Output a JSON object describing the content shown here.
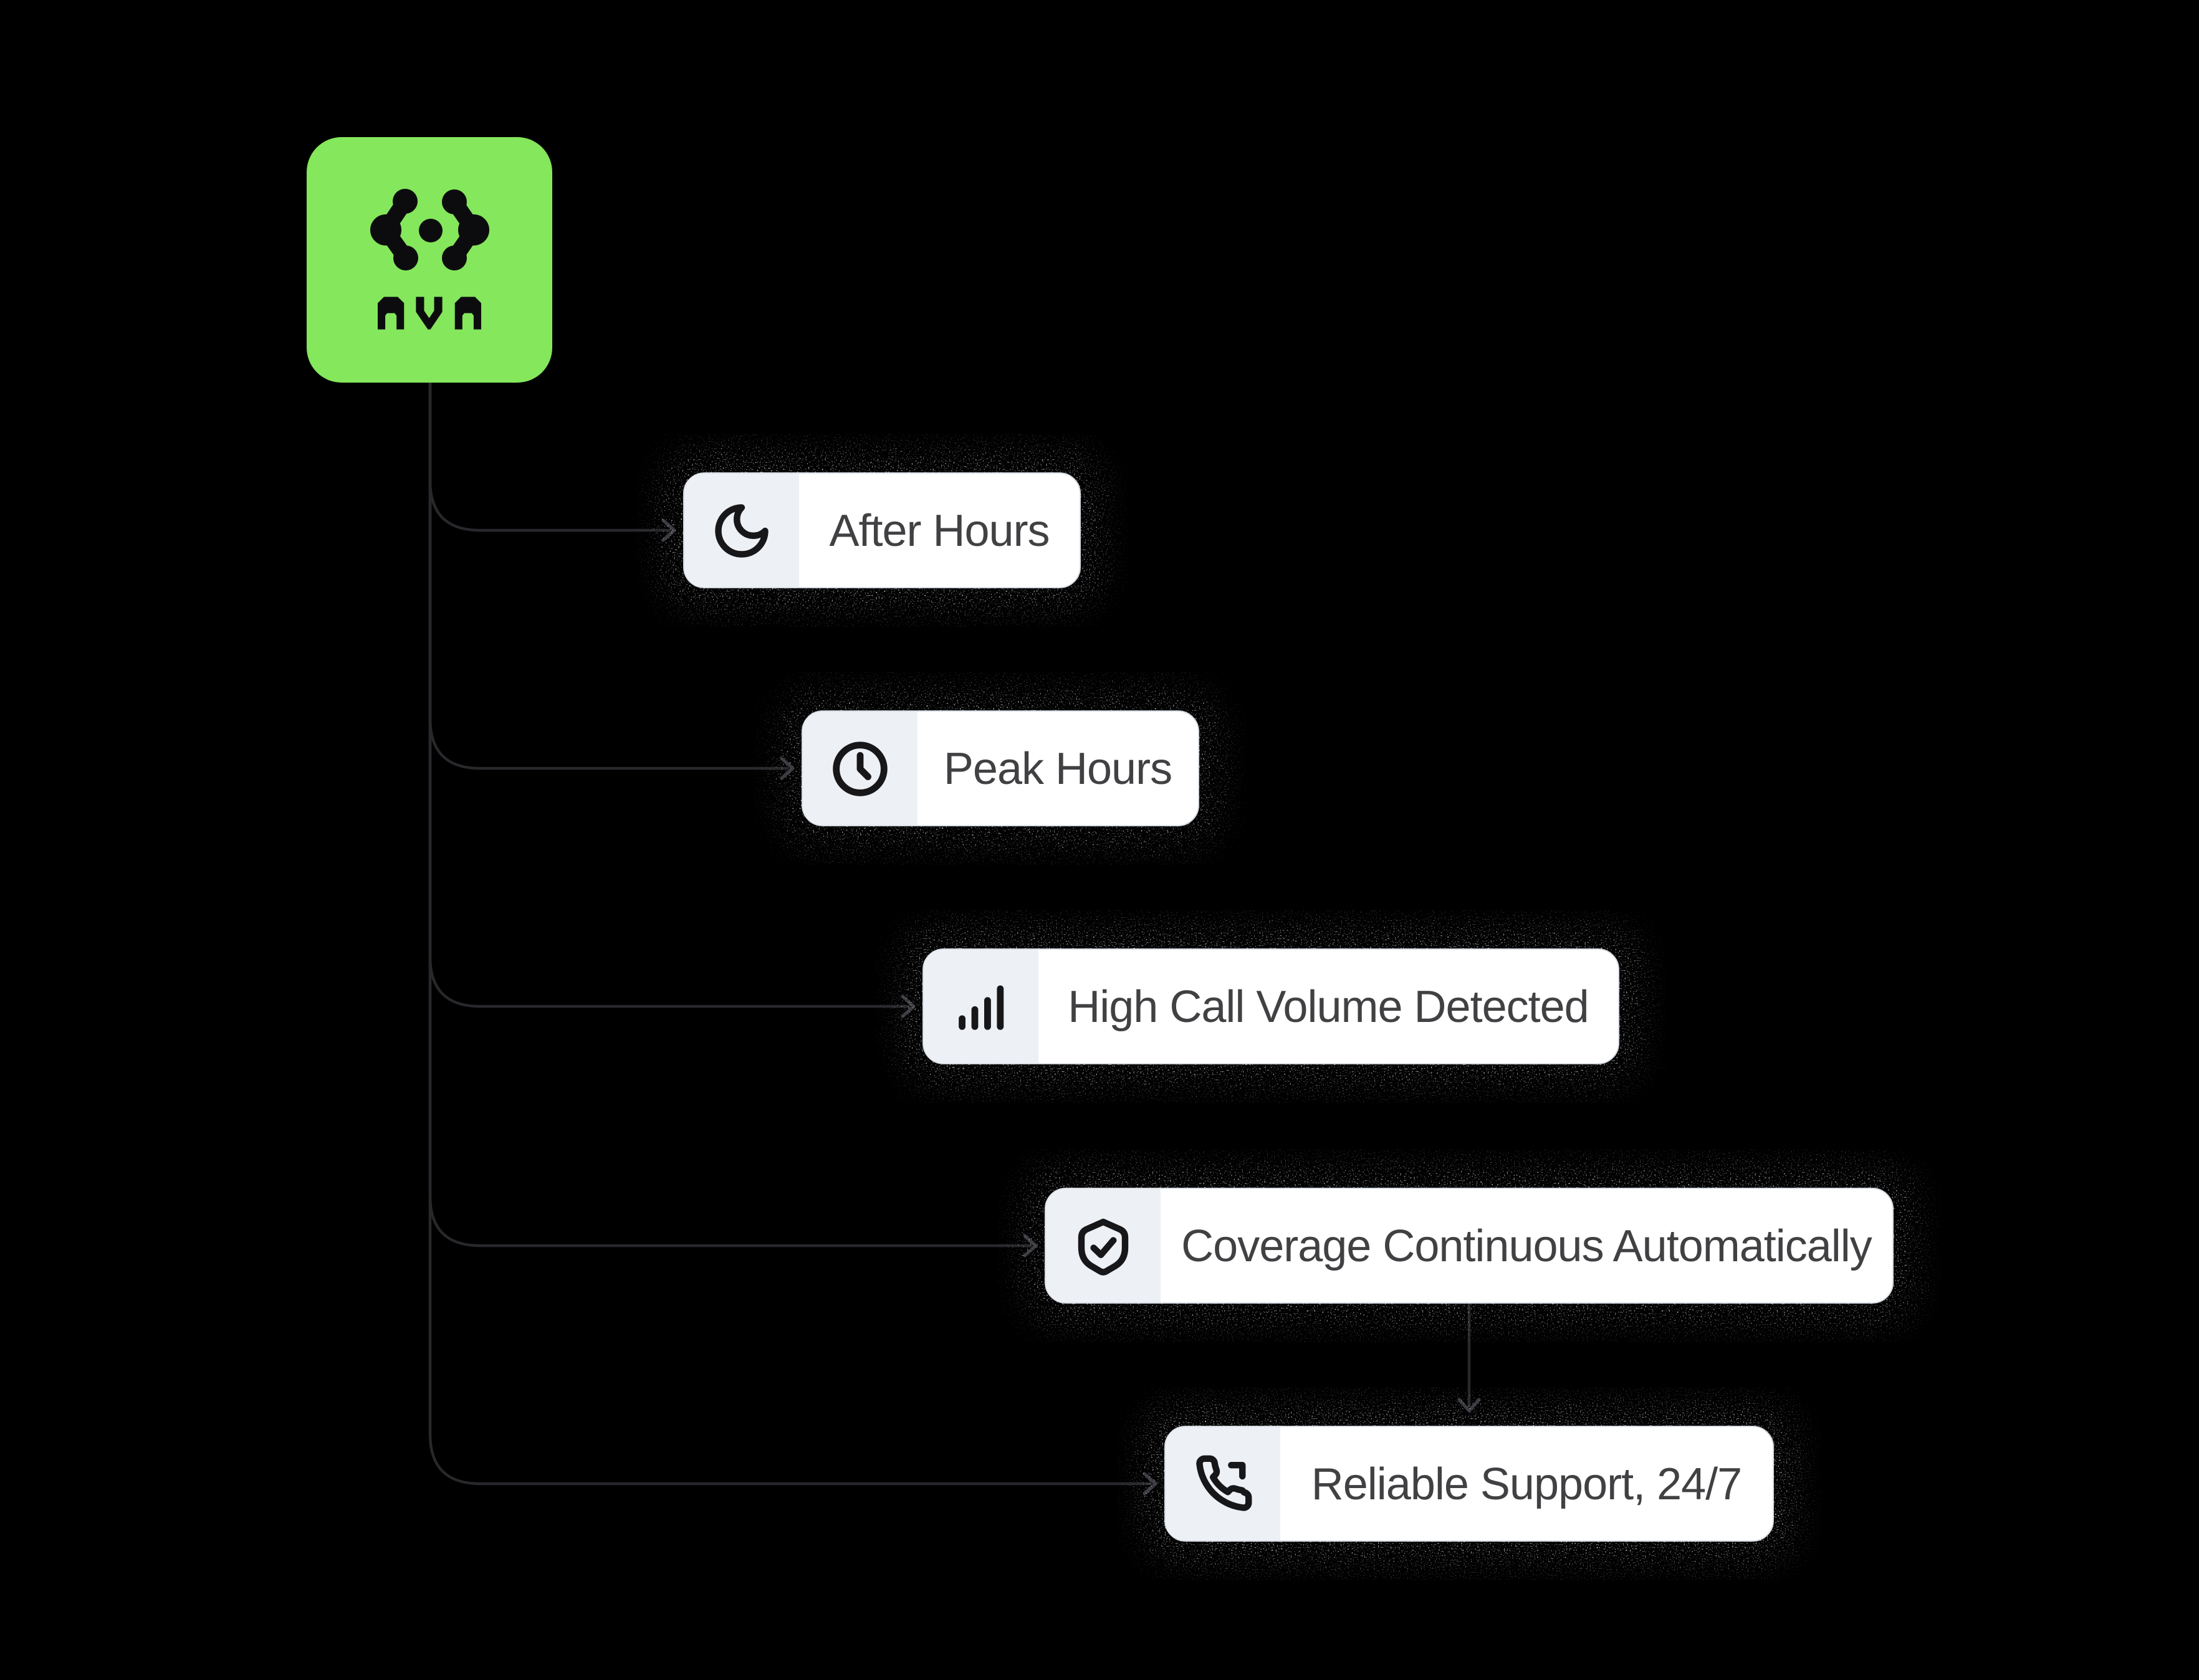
{
  "canvas": {
    "background": "#000000"
  },
  "logo": {
    "wordmark": "AVA",
    "tile_color": "#84e75c",
    "glyph": "code-brackets-molecule-icon"
  },
  "flow": {
    "root": {
      "id": "ava",
      "label": "AVA"
    },
    "nodes": [
      {
        "id": "after-hours",
        "label": "After Hours",
        "icon": "moon-icon"
      },
      {
        "id": "peak-hours",
        "label": "Peak Hours",
        "icon": "clock-icon"
      },
      {
        "id": "high-call-volume",
        "label": "High Call Volume Detected",
        "icon": "signal-bars-icon"
      },
      {
        "id": "coverage-continuous",
        "label": "Coverage Continuous Automatically",
        "icon": "shield-check-icon"
      },
      {
        "id": "reliable-support",
        "label": "Reliable Support, 24/7",
        "icon": "phone-outgoing-icon"
      }
    ],
    "edges": [
      {
        "from": "ava",
        "to": "after-hours"
      },
      {
        "from": "ava",
        "to": "peak-hours"
      },
      {
        "from": "ava",
        "to": "high-call-volume"
      },
      {
        "from": "ava",
        "to": "coverage-continuous"
      },
      {
        "from": "ava",
        "to": "reliable-support"
      },
      {
        "from": "coverage-continuous",
        "to": "reliable-support"
      }
    ]
  },
  "colors": {
    "node_bg": "#ffffff",
    "icon_panel_bg": "#edf0f4",
    "node_border": "#d6dbe2",
    "label_text": "#414144",
    "connector": "#28282c",
    "accent_green": "#84e75c",
    "noise_speckle": "#f0f1f4"
  }
}
